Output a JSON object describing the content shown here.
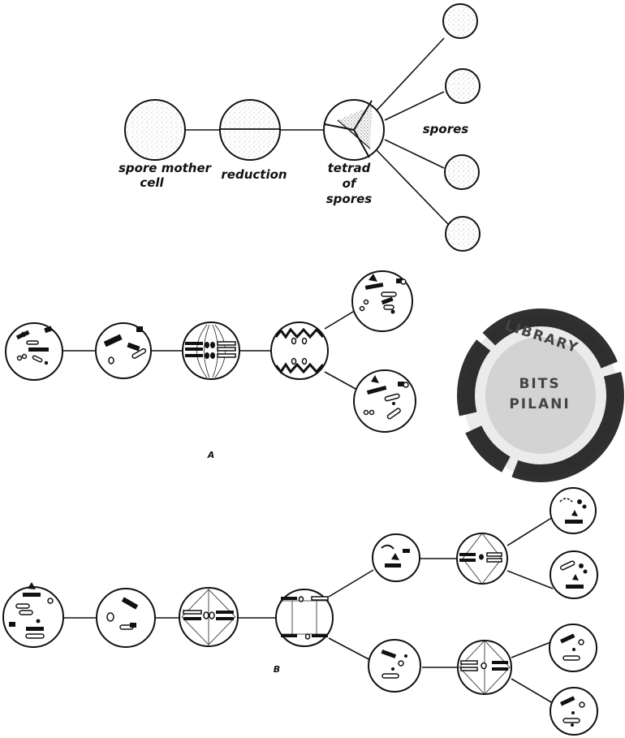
{
  "top_diagram": {
    "labels": {
      "spore_mother_cell_line1": "spore mother",
      "spore_mother_cell_line2": "cell",
      "reduction": "reduction",
      "tetrad_line1": "tetrad",
      "tetrad_line2": "of",
      "tetrad_line3": "spores",
      "spores": "spores"
    }
  },
  "panel_a": {
    "label": "A"
  },
  "panel_b": {
    "label": "B"
  },
  "stamp": {
    "line1": "LIBRARY",
    "line2": "BITS",
    "line3": "PILANI"
  },
  "colors": {
    "ink": "#111111",
    "stamp": "#2a2a2a",
    "paper": "#ffffff"
  }
}
